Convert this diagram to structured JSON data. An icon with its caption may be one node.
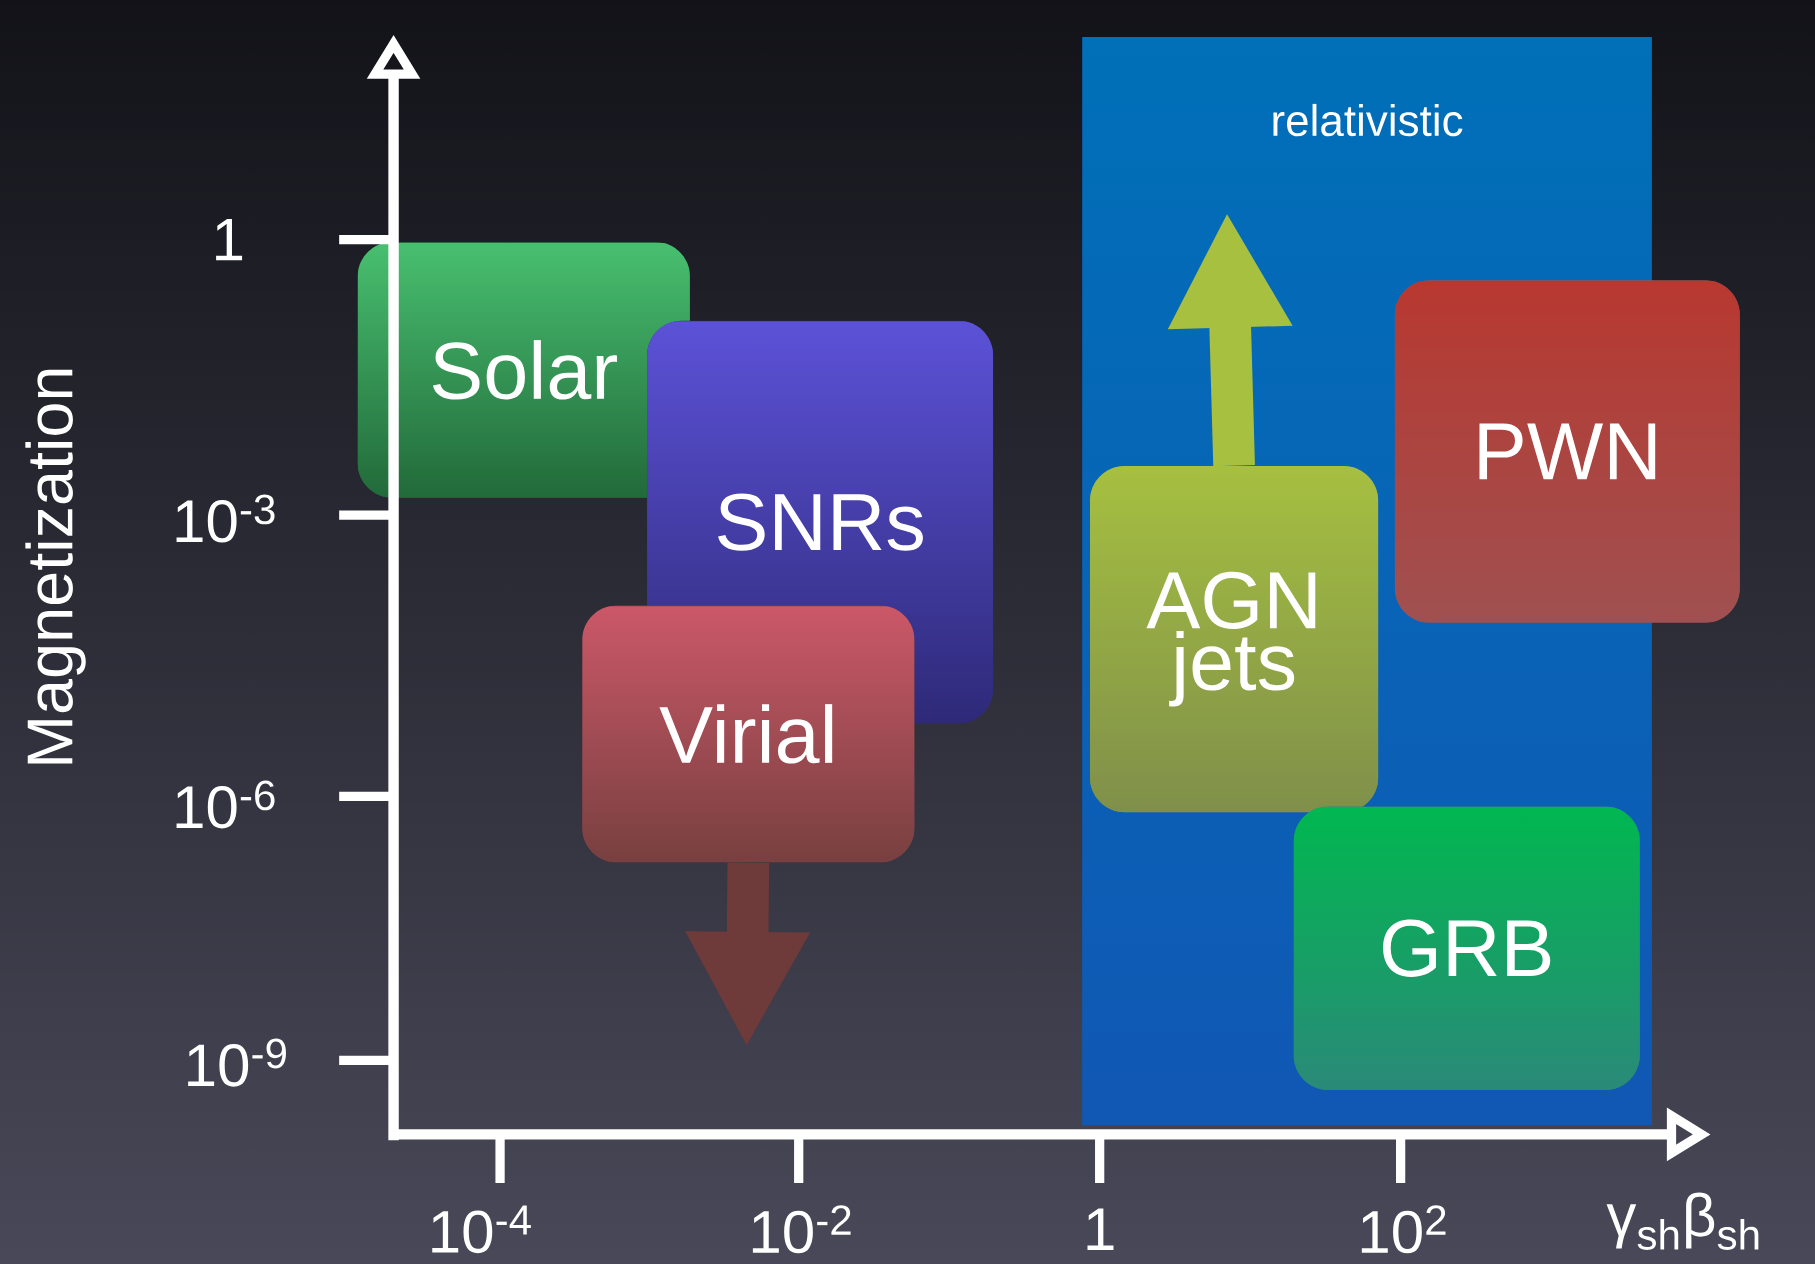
{
  "diagram": {
    "nodes": [
      {
        "text": [
          "relativistic"
        ]
      },
      {
        "text": [
          "Solar"
        ]
      },
      {
        "text": [
          "SNRs"
        ]
      },
      {
        "text": [
          "Virial"
        ]
      },
      {
        "text": [
          "AGN jets"
        ],
        "in": 0
      },
      {
        "text": [
          "PWN"
        ]
      },
      {
        "text": [
          "GRB"
        ],
        "in": 0
      }
    ],
    "edges": [
      {
        "from": 3,
        "to": null,
        "arrow": "to",
        "color": "#6e3a3a"
      },
      {
        "from": 4,
        "to": null,
        "arrow": "to",
        "color": "#a8c040"
      }
    ],
    "labels": [
      "Magnetization",
      "1",
      "10$^{-3}$",
      "10$^{-6}$",
      "10$^{-9}$",
      "10$^{-4}$",
      "10$^{-2}$",
      "1",
      "10$^{2}$",
      "γ$_{sh}$β$_{sh}$"
    ]
  }
}
